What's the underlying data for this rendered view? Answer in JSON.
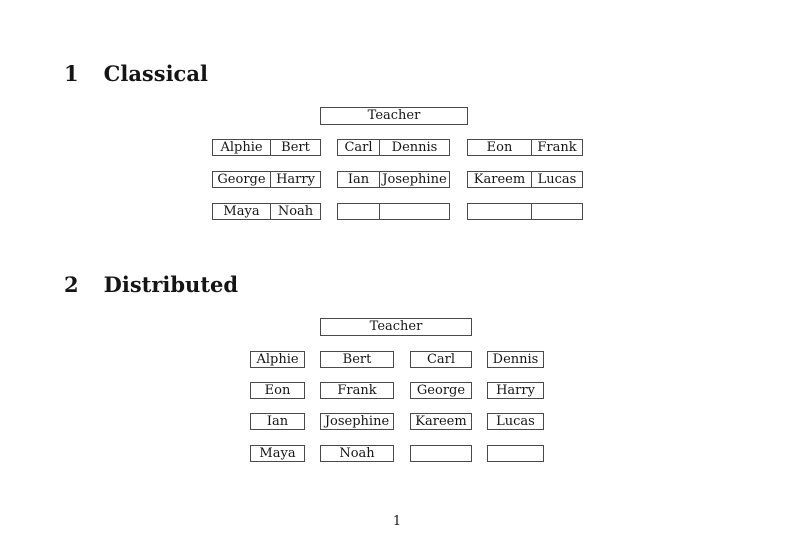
{
  "document": {
    "page_number": "1"
  },
  "classical": {
    "heading_number": "1",
    "heading_title": "Classical",
    "teacher_label": "Teacher",
    "desks": [
      [
        [
          "Alphie",
          "Bert"
        ],
        [
          "Carl",
          "Dennis"
        ],
        [
          "Eon",
          "Frank"
        ]
      ],
      [
        [
          "George",
          "Harry"
        ],
        [
          "Ian",
          "Josephine"
        ],
        [
          "Kareem",
          "Lucas"
        ]
      ],
      [
        [
          "Maya",
          "Noah"
        ],
        [
          "",
          ""
        ],
        [
          "",
          ""
        ]
      ]
    ]
  },
  "distributed": {
    "heading_number": "2",
    "heading_title": "Distributed",
    "teacher_label": "Teacher",
    "desks": [
      [
        "Alphie",
        "Bert",
        "Carl",
        "Dennis"
      ],
      [
        "Eon",
        "Frank",
        "George",
        "Harry"
      ],
      [
        "Ian",
        "Josephine",
        "Kareem",
        "Lucas"
      ],
      [
        "Maya",
        "Noah",
        "",
        ""
      ]
    ]
  }
}
